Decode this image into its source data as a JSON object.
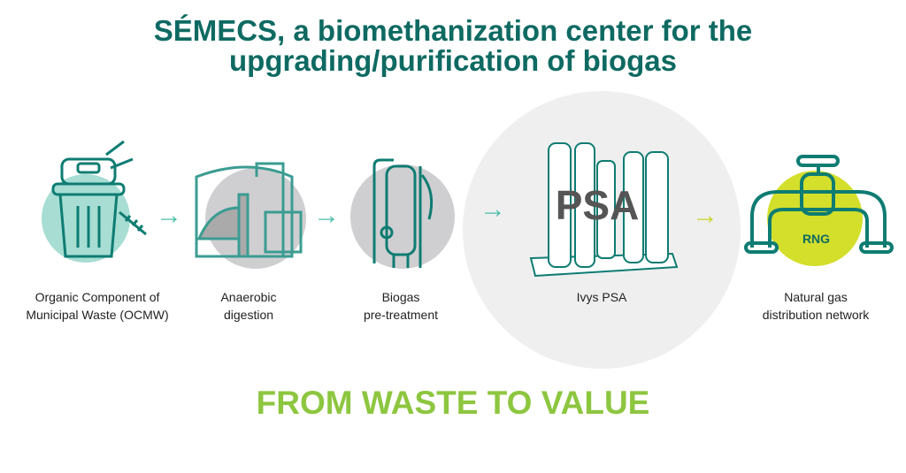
{
  "title": {
    "line1": "SÉMECS, a biomethanization center for the",
    "line2": "upgrading/purification of biogas"
  },
  "steps": [
    {
      "line1": "Organic Component of",
      "line2": "Municipal Waste (OCMW)"
    },
    {
      "line1": "Anaerobic",
      "line2": "digestion"
    },
    {
      "line1": "Biogas",
      "line2": "pre-treatment"
    },
    {
      "line1": "Ivys PSA",
      "overlay": "PSA"
    },
    {
      "line1": "Natural gas",
      "line2": "distribution network",
      "badge": "RNG"
    }
  ],
  "arrow_glyph": "→",
  "slogan": "FROM WASTE TO VALUE",
  "colors": {
    "teal": "#0e6a62",
    "arrow": "#4bbfa8",
    "lime": "#d3df2b",
    "green": "#8dc63f"
  }
}
